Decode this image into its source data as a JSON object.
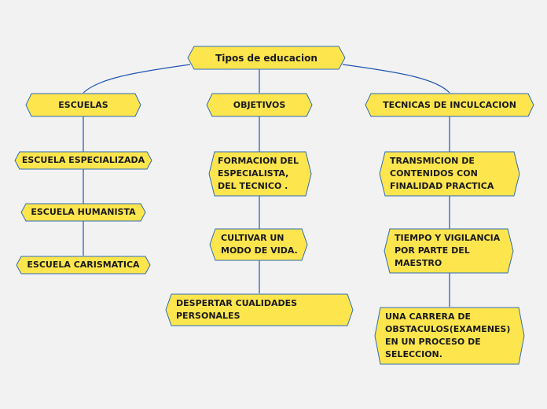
{
  "colors": {
    "node_fill": "#fde54e",
    "node_stroke": "#2f6cb7",
    "link": "#2255b3",
    "background": "#f2f2f2"
  },
  "nodes": {
    "root": "Tipos de educacion",
    "escuelas": "ESCUELAS",
    "objetivos": "OBJETIVOS",
    "tecnicas": "TECNICAS DE INCULCACION",
    "escuela_especializada": "ESCUELA ESPECIALIZADA",
    "escuela_humanista": "ESCUELA HUMANISTA",
    "escuela_carismatica": "ESCUELA CARISMATICA",
    "formacion": "FORMACION DEL\nESPECIALISTA,\nDEL TECNICO .",
    "cultivar": "CULTIVAR UN\nMODO DE VIDA.",
    "despertar": "DESPERTAR CUALIDADES\nPERSONALES",
    "transmicion": "TRANSMICION DE\nCONTENIDOS CON\nFINALIDAD PRACTICA",
    "tiempo": "TIEMPO Y VIGILANCIA\nPOR PARTE DEL\nMAESTRO",
    "carrera": "UNA CARRERA DE\nOBSTACULOS(EXAMENES)\nEN UN PROCESO DE\nSELECCION."
  }
}
